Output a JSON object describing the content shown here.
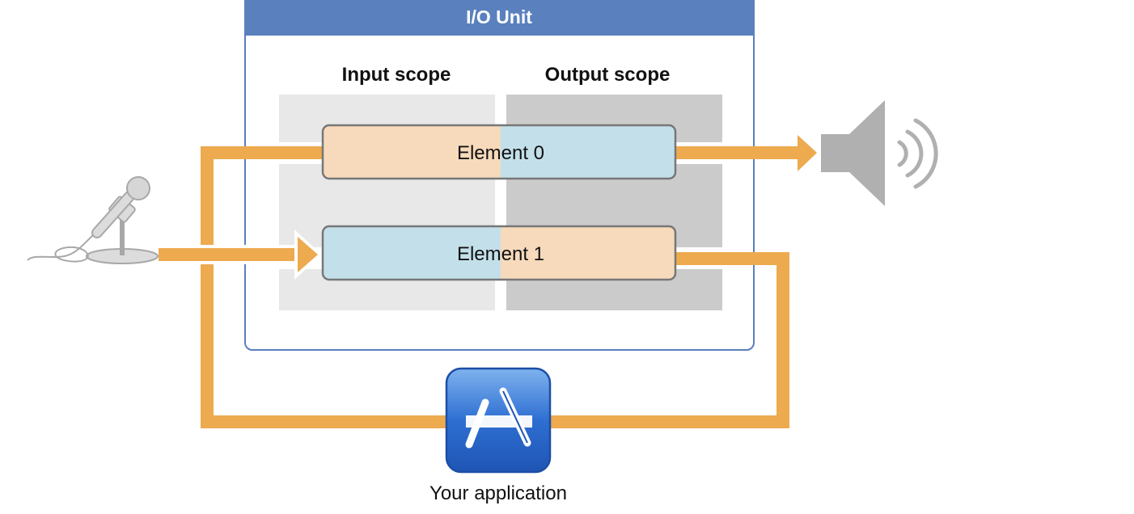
{
  "io_unit": {
    "title": "I/O Unit"
  },
  "scopes": {
    "input_label": "Input scope",
    "output_label": "Output scope"
  },
  "elements": [
    {
      "label": "Element 0"
    },
    {
      "label": "Element 1"
    }
  ],
  "application": {
    "label": "Your application",
    "icon": "app-store-icon"
  },
  "icons": {
    "microphone": "microphone-icon",
    "speaker": "speaker-icon"
  },
  "colors": {
    "unit_header": "#5a80be",
    "unit_border": "#5a7fbd",
    "flow": "#edaa4f",
    "input_scope_bg": "#e8e8e8",
    "output_scope_bg": "#cbcbcb",
    "element_input_side": "#f6dabb",
    "element_output_side": "#c3e0ea",
    "icon_gray": "#b0b0b0",
    "app_blue": "#2f6fd0"
  }
}
